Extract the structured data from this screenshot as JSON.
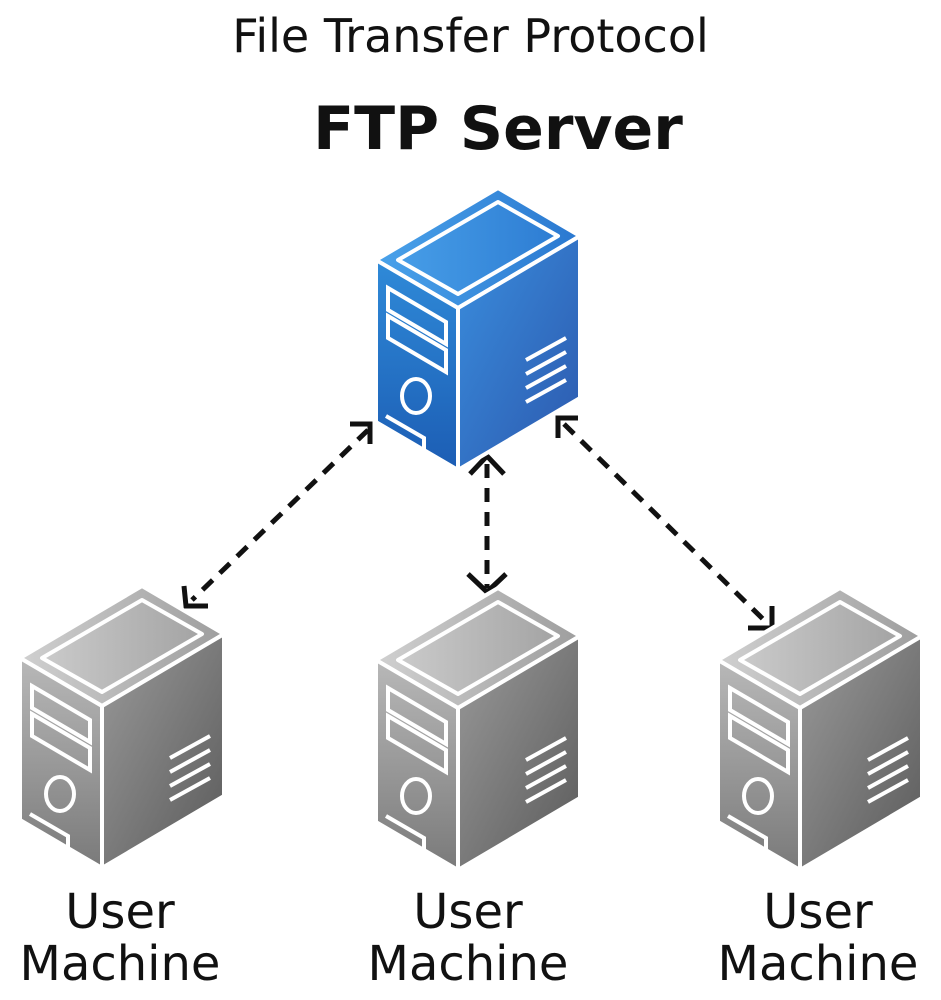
{
  "title": "File Transfer Protocol",
  "server": {
    "label": "FTP Server",
    "icon": "server-tower-icon",
    "color": "#2f6bc1"
  },
  "clients": [
    {
      "label_line1": "User",
      "label_line2": "Machine",
      "icon": "computer-tower-icon"
    },
    {
      "label_line1": "User",
      "label_line2": "Machine",
      "icon": "computer-tower-icon"
    },
    {
      "label_line1": "User",
      "label_line2": "Machine",
      "icon": "computer-tower-icon"
    }
  ],
  "connections": [
    {
      "from": "FTP Server",
      "to": "User Machine 1",
      "style": "dashed",
      "direction": "bidirectional"
    },
    {
      "from": "FTP Server",
      "to": "User Machine 2",
      "style": "dashed",
      "direction": "bidirectional"
    },
    {
      "from": "FTP Server",
      "to": "User Machine 3",
      "style": "dashed",
      "direction": "bidirectional"
    }
  ],
  "colors": {
    "server": "#2f6bc1",
    "client": "#8a8a8a",
    "connector": "#111111"
  }
}
